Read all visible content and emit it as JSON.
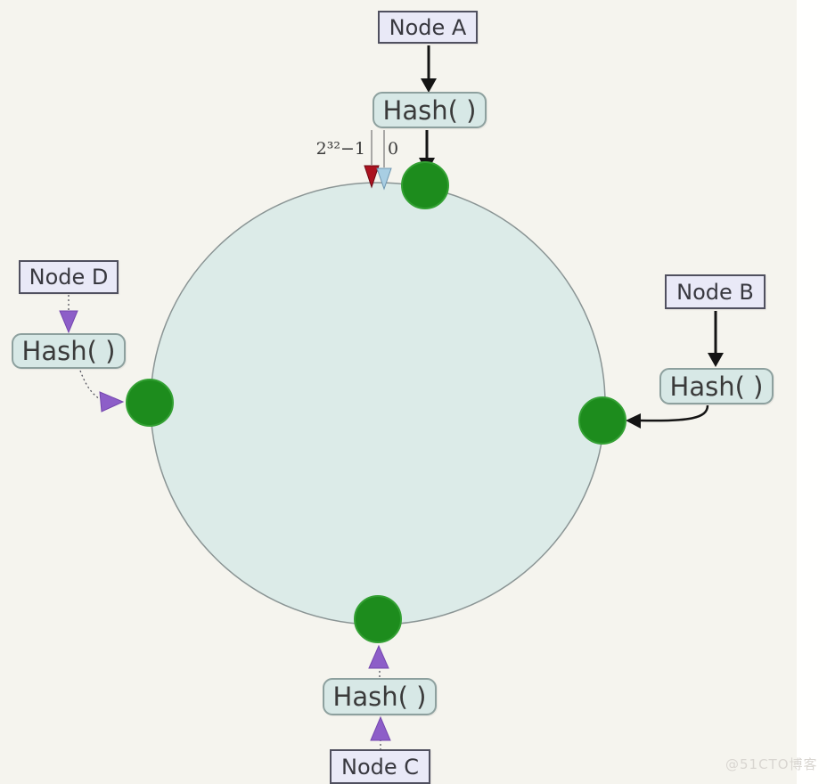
{
  "diagram": {
    "type": "consistent-hashing-ring",
    "ring": {
      "min_label": "0",
      "max_label": "2³²−1"
    },
    "nodes": {
      "a": {
        "label": "Node A",
        "hash_label": "Hash( )",
        "arrow_style": "solid-black"
      },
      "b": {
        "label": "Node B",
        "hash_label": "Hash( )",
        "arrow_style": "solid-black"
      },
      "c": {
        "label": "Node C",
        "hash_label": "Hash( )",
        "arrow_style": "dashed-purple"
      },
      "d": {
        "label": "Node D",
        "hash_label": "Hash( )",
        "arrow_style": "dashed-purple"
      }
    },
    "watermark": "@51CTO博客",
    "colors": {
      "background": "#f5f4ee",
      "ring_fill": "#dcebe8",
      "ring_stroke": "#8a9494",
      "node_dot_green": "#1d8c1d",
      "node_box_fill": "#e9e9f7",
      "node_box_border": "#50505f",
      "hash_box_fill": "#d7e8e6",
      "hash_box_border": "#8da09e",
      "arrow_black": "#141414",
      "arrow_purple": "#8d5ec8",
      "marker_red": "#ab1220",
      "marker_blue": "#a8cee3",
      "watermark_color": "#d9d6d1"
    }
  }
}
